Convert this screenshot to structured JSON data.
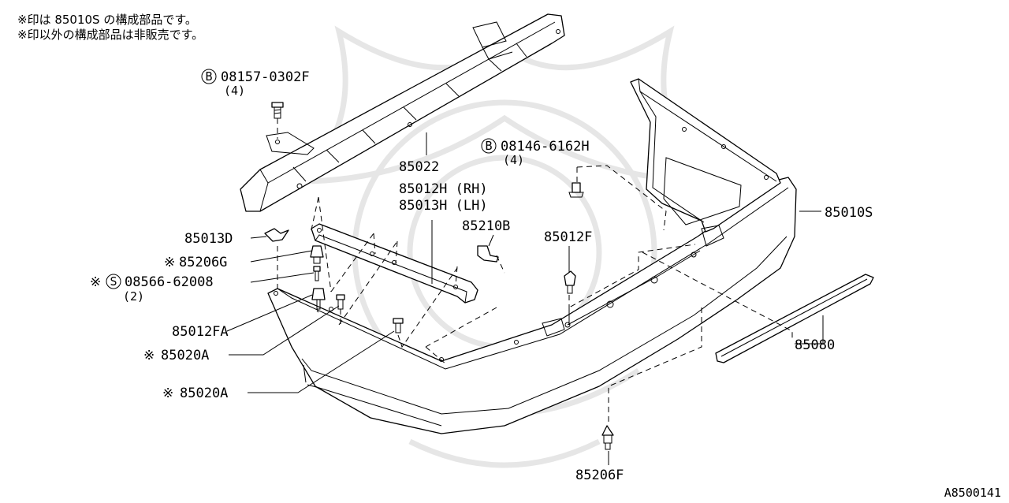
{
  "notes": [
    "※印は 85010S の構成部品です。",
    "※印以外の構成部品は非販売です。"
  ],
  "labels": {
    "bolt_b_1": "08157-0302F",
    "bolt_b_1_qty": "(4)",
    "reinforcement": "85022",
    "bolt_b_2": "08146-6162H",
    "bolt_b_2_qty": "(4)",
    "bracket_rh": "85012H (RH)",
    "bracket_lh": "85013H (LH)",
    "fascia": "85010S",
    "clip_85013D": "85013D",
    "clip_85206G": "85206G",
    "screw_s": "08566-62008",
    "screw_s_qty": "(2)",
    "clip_85210B": "85210B",
    "clip_85012F": "85012F",
    "clip_85012FA": "85012FA",
    "screw_85020A_1": "85020A",
    "screw_85020A_2": "85020A",
    "molding": "85080",
    "clip_85206F": "85206F",
    "diagram_id": "A8500141"
  },
  "symbols": {
    "asterisk": "※",
    "circle_b": "B",
    "circle_s": "S"
  },
  "colors": {
    "line": "#000000",
    "background": "#ffffff",
    "watermark": "#e6e6e6"
  }
}
